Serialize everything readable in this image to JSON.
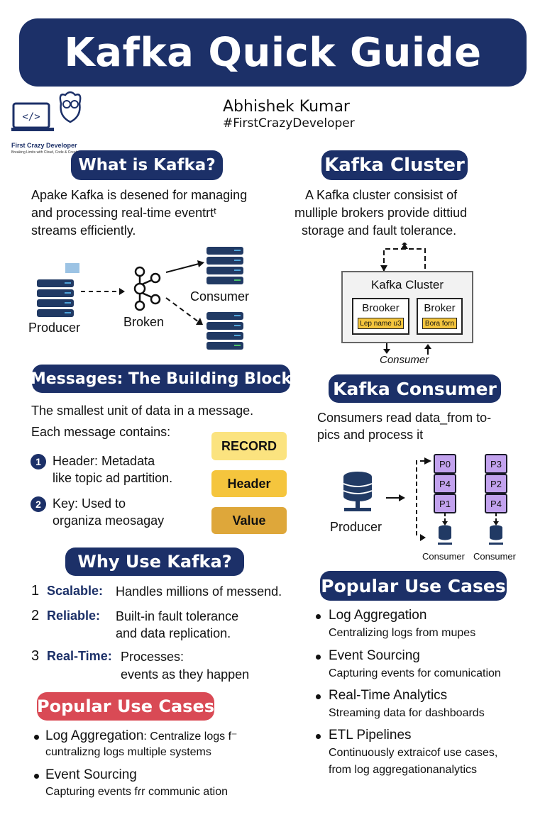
{
  "title": "Kafka Quick Guide",
  "logo": {
    "name": "First Crazy Developer",
    "tagline": "Breaking Limits with Cloud, Code & Creativity"
  },
  "author": {
    "name": "Abhishek Kumar",
    "handle": "#FirstCrazyDeveloper"
  },
  "what_is": {
    "heading": "What is Kafka?",
    "lines": [
      "Apake Kafka is desened for managing",
      "and processing real-time eventrtᵗ",
      "streams efficiently."
    ],
    "diagram": {
      "producer": "Producer",
      "broker": "Broken",
      "consumer": "Consumer"
    }
  },
  "cluster": {
    "heading": "Kafka Cluster",
    "lines": [
      "A Kafka cluster consisist  of",
      "mulliple brokers provide dittiud",
      "storage and fault tolerance."
    ],
    "diagram": {
      "box_title": "Kafka Cluster",
      "broker1": "Brooker",
      "broker1_tag": "Lep name u3",
      "broker2": "Broker",
      "broker2_tag": "Bora forn",
      "consumer": "Consumer"
    }
  },
  "messages": {
    "heading": "Messages: The Building Block",
    "intro": "The smallest unit of data in a message.",
    "contains": "Each message contains:",
    "items": [
      {
        "num": "1",
        "line1": "Header: Metadata",
        "line2": "like topic ad partition."
      },
      {
        "num": "2",
        "line1": "Key: Used to",
        "line2": "organiza meosagay"
      }
    ],
    "tags": [
      "RECORD",
      "Header",
      "Value"
    ]
  },
  "consumer": {
    "heading": "Kafka Consumer",
    "lines": [
      "Consumers read data_from to-",
      "pics and process it"
    ],
    "diagram": {
      "producer": "Producer",
      "col1": [
        "P0",
        "P4",
        "P1"
      ],
      "col2": [
        "P3",
        "P2",
        "P4"
      ],
      "consumer1": "Consumer",
      "consumer2": "Consumer"
    }
  },
  "why": {
    "heading": "Why Use Kafka?",
    "items": [
      {
        "num": "1",
        "label": "Scalable:",
        "line1": "Handles millions of messend.",
        "line2": ""
      },
      {
        "num": "2",
        "label": "Reliable:",
        "line1": "Built-in fault tolerance",
        "line2": "and data replication."
      },
      {
        "num": "3",
        "label": "Real-Time:",
        "line1": "Processes:",
        "line2": "events as they happen"
      }
    ]
  },
  "use_cases_left": {
    "heading": "Popular Use Cases",
    "items": [
      {
        "title": "Log Aggregation",
        "title_extra": ": Centralize logs f⁻",
        "desc": "cuntralizng logs multiple systems"
      },
      {
        "title": "Event Sourcing",
        "title_extra": "",
        "desc": "Capturing events fɾr communic ation"
      }
    ]
  },
  "use_cases_right": {
    "heading": "Popular Use Cases",
    "items": [
      {
        "title": "Log Aggregation",
        "desc": "Centralizing logs from mupes"
      },
      {
        "title": "Event Sourcing",
        "desc": "Capturing events for comunication"
      },
      {
        "title": "Real-Time Analytics",
        "desc": "Streaming data for dashboards"
      },
      {
        "title": "ETL Pipelines",
        "desc": "Continuously extraicof use cases,",
        "desc2": "from log aggregationanalytics"
      }
    ]
  },
  "colors": {
    "navy": "#1c3068",
    "red": "#d94a55",
    "yellow_light": "#fbe37f",
    "yellow": "#f5c53d",
    "gold": "#dea73a",
    "purple": "#c2a2ee"
  }
}
